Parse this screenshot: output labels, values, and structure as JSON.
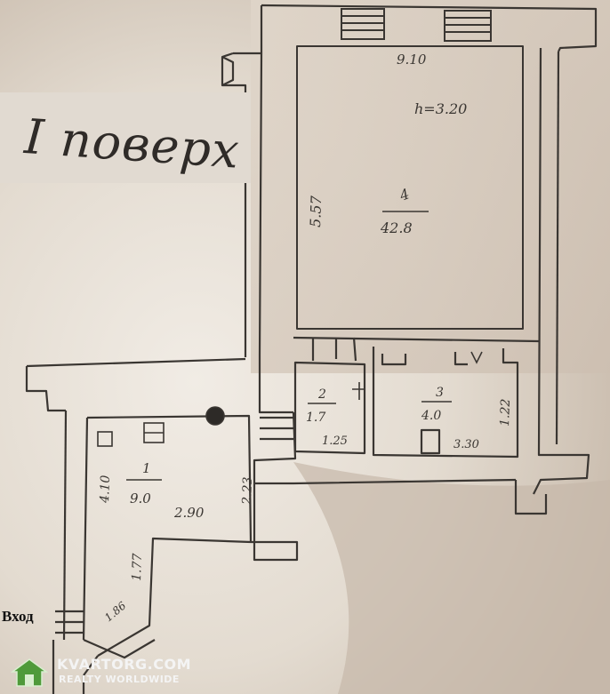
{
  "floor_label": "І поверх",
  "entrance_label": "Вход",
  "watermark": {
    "brand": "KVARTORG.COM",
    "tagline": "REALTY WORLDWIDE"
  },
  "rooms": {
    "main": {
      "number": "4",
      "area": "42.8",
      "height_label": "h=3.20",
      "top_dim": "9.10",
      "side_dim": "5.57"
    },
    "room2": {
      "number": "2",
      "area": "1.7",
      "dim": "1.25"
    },
    "room3": {
      "number": "3",
      "area": "4.0",
      "dim_bottom": "3.30",
      "dim_side": "1.22"
    },
    "hall": {
      "number": "1",
      "area": "9.0",
      "dim_side": "4.10",
      "dim_bottom": "2.90",
      "dim_right": "2.23",
      "dim_low": "1.77",
      "dim_entrance": "1.86"
    }
  },
  "colors": {
    "paper": "#e4ddd3",
    "line": "#3a3632",
    "shadow": "#c9bcae"
  }
}
